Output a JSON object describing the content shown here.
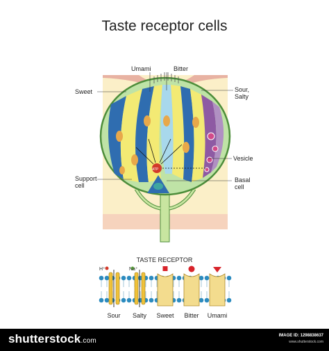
{
  "title": "Taste receptor cells",
  "labels": {
    "umami": "Umami",
    "bitter": "Bitter",
    "sweet": "Sweet",
    "sour_salty": "Sour,\nSalty",
    "vesicle": "Vesicle",
    "support_cell": "Support\ncell",
    "basal_cell": "Basal\ncell",
    "atp": "ATP"
  },
  "receptor": {
    "title": "TASTE RECEPTOR",
    "ions": {
      "h": "H⁺",
      "na": "Na⁺"
    },
    "types": [
      "Sour",
      "Salty",
      "Sweet",
      "Bitter",
      "Umami"
    ]
  },
  "watermark": "shutterstock",
  "footer": {
    "logo": "shutterstock",
    "logo_suffix": ".com",
    "image_id": "IMAGE ID: 1298838637",
    "url": "www.shutterstock.com"
  },
  "colors": {
    "tissue": "#fbefc8",
    "tissue_bottom": "#f6d3bd",
    "bud_outline": "#4c8d3a",
    "support_green": "#bfe3a6",
    "cell_blue": "#2f6db0",
    "cell_yellow": "#f3ea74",
    "cell_purple": "#8e5aa3",
    "nucleus": "#e8a84a",
    "stalk": "#c8e5a0"
  }
}
